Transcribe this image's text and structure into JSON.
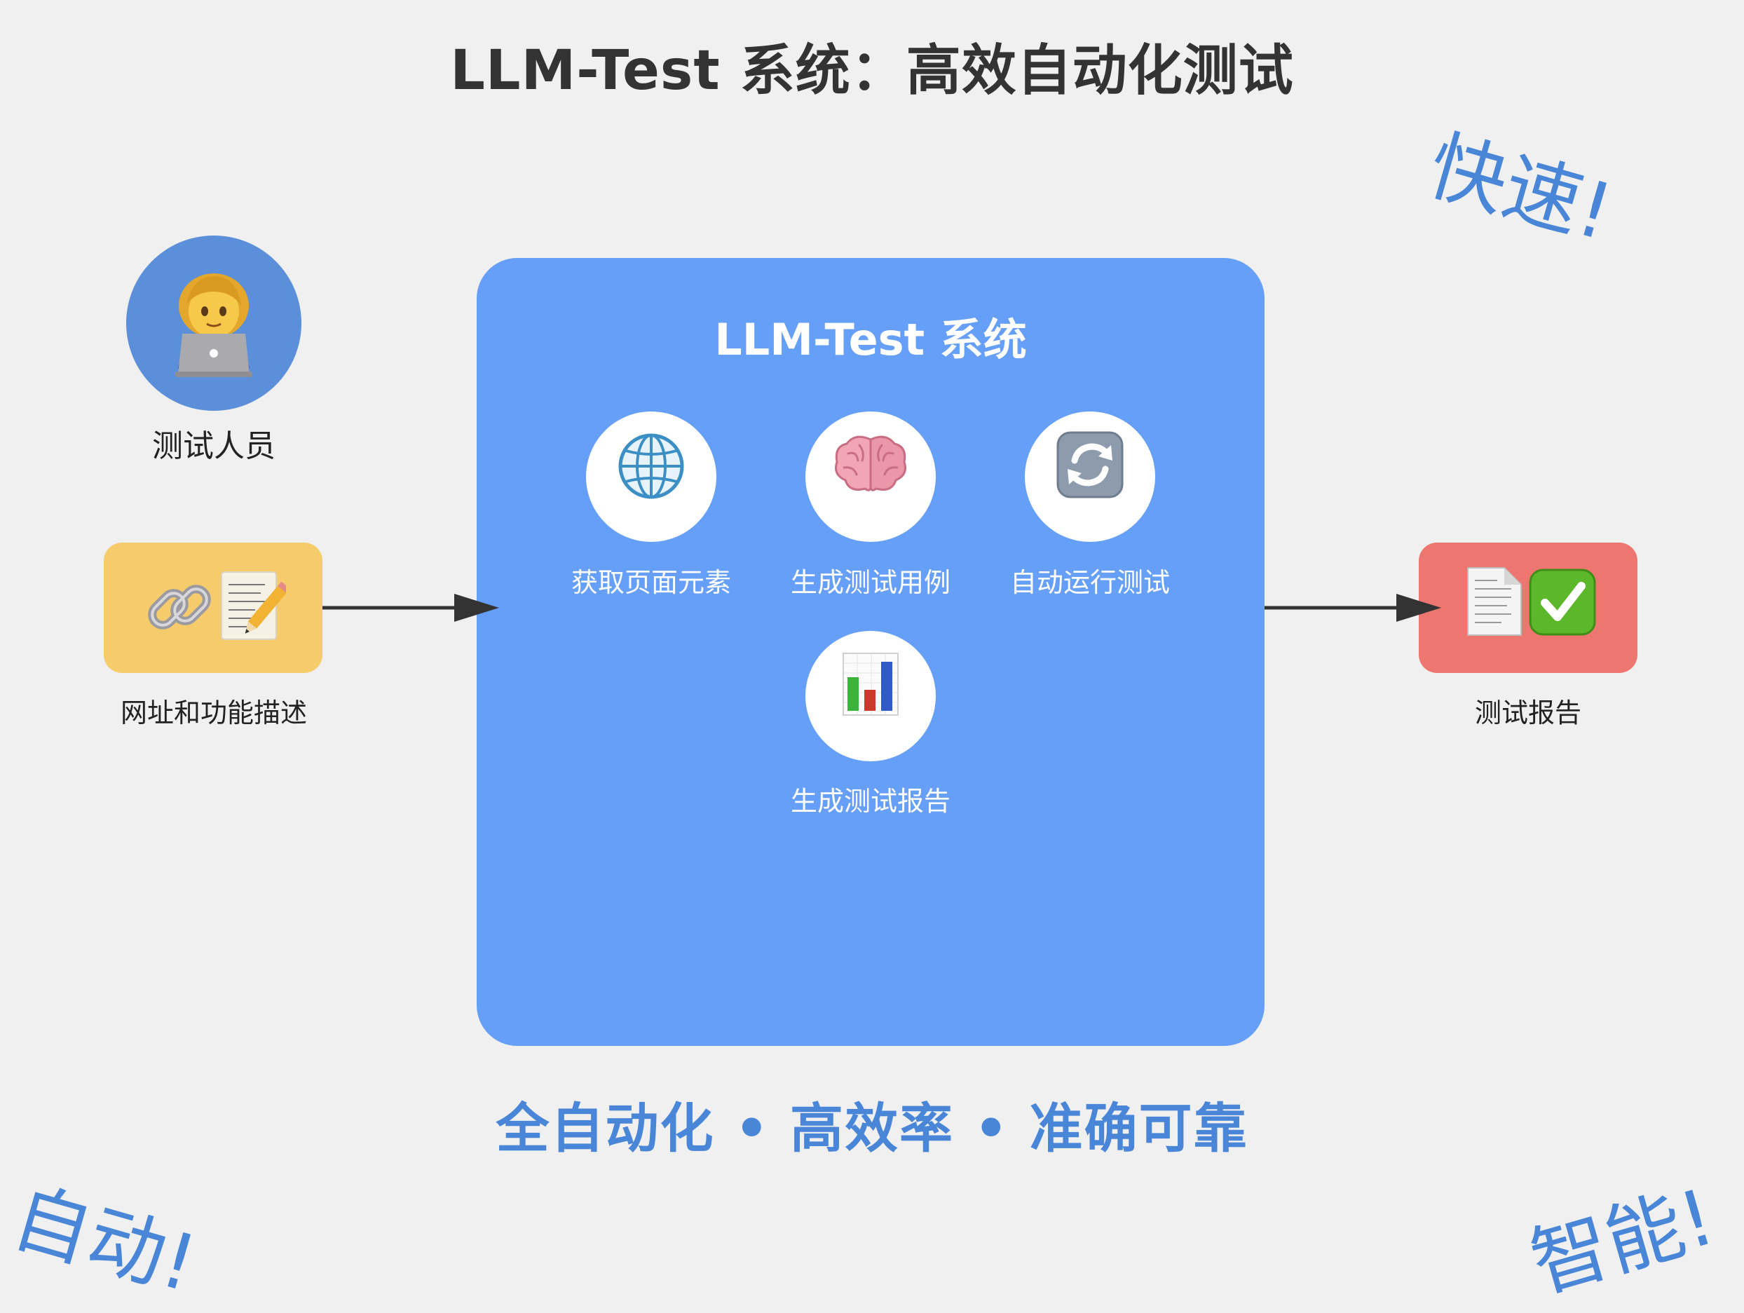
{
  "title": "LLM-Test 系统：高效自动化测试",
  "decorations": {
    "fast": "快速!",
    "auto": "自动!",
    "smart": "智能!"
  },
  "tester": {
    "label": "测试人员",
    "icon": "woman-technologist-icon"
  },
  "input": {
    "label": "网址和功能描述",
    "icons": [
      "link-icon",
      "memo-icon"
    ]
  },
  "system": {
    "title": "LLM-Test 系统",
    "steps": [
      {
        "label": "获取页面元素",
        "icon": "globe-icon"
      },
      {
        "label": "生成测试用例",
        "icon": "brain-icon"
      },
      {
        "label": "自动运行测试",
        "icon": "refresh-icon"
      },
      {
        "label": "生成测试报告",
        "icon": "bar-chart-icon"
      }
    ]
  },
  "output": {
    "label": "测试报告",
    "icons": [
      "document-icon",
      "check-mark-icon"
    ]
  },
  "tagline": "全自动化 • 高效率 • 准确可靠",
  "colors": {
    "background": "#f0f0f0",
    "system_panel": "#669ff7",
    "tester_circle": "#5b8fd9",
    "input_box": "#f6cb6c",
    "output_box": "#ee7671",
    "accent_text": "#4a86d8",
    "arrow": "#333333"
  }
}
